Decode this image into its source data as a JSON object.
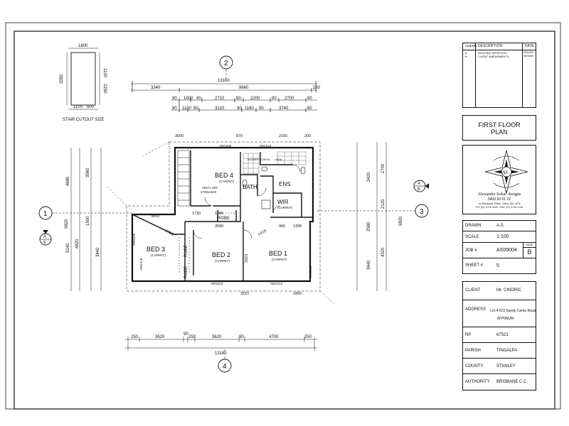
{
  "amendments": {
    "headers": {
      "amend": "AMEND",
      "description": "DESCRIPTION",
      "date": "DATE"
    },
    "rows": [
      {
        "amend": "A",
        "description": "BUILDING APPROVAL",
        "date": "29/04/09"
      },
      {
        "amend": "B",
        "description": "CLIENT AMENDMENTS",
        "date": "06/05/09"
      }
    ]
  },
  "plan_title": {
    "line1": "FIRST FLOOR",
    "line2": "PLAN"
  },
  "company": {
    "name": "Alexander Sokac designs",
    "phone": "0400 69 01 22",
    "address": "1a Macquarie Street, Oxley, Qld, 4075",
    "contact": "PH: (07) 3716 2145 - FAX: (07) 3716 2145",
    "monogram": "AS"
  },
  "drawing_info": {
    "drawn_label": "DRAWN",
    "drawn_value": "A.S.",
    "scale_label": "SCALE",
    "scale_value": "1:100",
    "job_label": "JOB #",
    "job_value": "AS09004",
    "issue_label": "ISSUE",
    "issue_value": "B",
    "sheet_label": "SHEET #",
    "sheet_value": "5"
  },
  "client": {
    "client_label": "CLIENT",
    "client_value": "Mr. CINDRIC",
    "address_label": "ADDRESS",
    "address_line1": "Lot 4 #23 Sandy Camp Road",
    "address_line2": "WYNNUM",
    "rp_label": "RP",
    "rp_value": "67521",
    "parish_label": "PARISH",
    "parish_value": "TINGALPA",
    "county_label": "COUNTY",
    "county_value": "STANLEY",
    "authority_label": "AUTHORITY",
    "authority_value": "BRISBANE C.C."
  },
  "stair_cutout": {
    "label": "STAIR CUTOUT SIZE",
    "dims": [
      "1600",
      "1100",
      "3350",
      "2250",
      "1100",
      "500"
    ]
  },
  "grid_markers": [
    "1",
    "2",
    "3",
    "4"
  ],
  "section_markers": [
    {
      "top": "A",
      "bottom": "8"
    },
    {
      "top": "A",
      "bottom": "8"
    }
  ],
  "rooms": [
    {
      "name": "BED 4",
      "finish": "(CARPET)"
    },
    {
      "name": "BATH",
      "finish": ""
    },
    {
      "name": "ENS",
      "finish": ""
    },
    {
      "name": "WIR",
      "finish": "(CARPET)"
    },
    {
      "name": "BED 3",
      "finish": "(CARPET)"
    },
    {
      "name": "BED 2",
      "finish": "(CARPET)"
    },
    {
      "name": "BED 1",
      "finish": "(CARPET)"
    },
    {
      "name": "ROBE",
      "finish": ""
    },
    {
      "name": "ROBE",
      "finish": ""
    },
    {
      "name": "ROBE",
      "finish": ""
    }
  ],
  "dimensions": {
    "top_overall": "13160",
    "top_row1": [
      "3340",
      "9660",
      "160"
    ],
    "top_row2": [
      "90",
      "1600",
      "90",
      "2710",
      "90",
      "2200",
      "90",
      "2700",
      "90"
    ],
    "top_row3": [
      "90",
      "1100",
      "90",
      "3210",
      "90",
      "1160",
      "90",
      "3740",
      "90"
    ],
    "bottom_row1": [
      "250",
      "3620",
      "90",
      "250",
      "3620",
      "90",
      "4700",
      "250"
    ],
    "bottom_overall": "13160",
    "left_outer": [
      "4680",
      "9820",
      "5140"
    ],
    "left_inner": [
      "3560",
      "1500",
      "4820",
      "3440"
    ],
    "right_outer": [
      "3420",
      "9820",
      "4320"
    ],
    "right_inner": [
      "2700",
      "2120",
      "2580",
      "3440"
    ],
    "internal": [
      "3500",
      "870",
      "2165",
      "200",
      "3053",
      "1880",
      "3590",
      "3323",
      "1390",
      "960",
      "2510",
      "1850",
      "1728",
      "1418",
      "1730"
    ],
    "openings": [
      "AW1206",
      "AW1218",
      "AW1218",
      "AW1218",
      "AW1218",
      "AW1212",
      "AW1212"
    ]
  },
  "notes": {
    "wall_vinyl": "VINYL S/D",
    "wall_vinyl2": "2700x1540",
    "linen": "LINEN",
    "shower": "SHOWER SCREEN"
  }
}
